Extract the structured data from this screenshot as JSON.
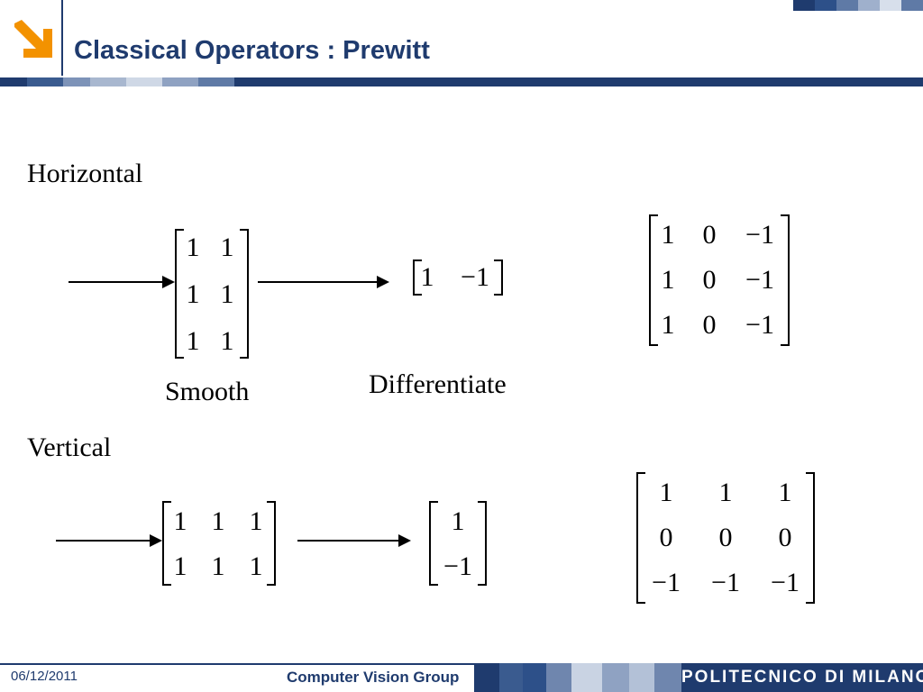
{
  "header": {
    "title": "Classical Operators : Prewitt",
    "logo_icon": "arrow-down-right-logo",
    "colors": {
      "title": "#1f3b6e",
      "logo": "#f39200",
      "band_dark": "#1f3b6e"
    }
  },
  "content": {
    "horizontal": {
      "heading": "Horizontal",
      "smooth_label": "Smooth",
      "differentiate_label": "Differentiate",
      "smooth_matrix": [
        [
          "1",
          "1"
        ],
        [
          "1",
          "1"
        ],
        [
          "1",
          "1"
        ]
      ],
      "diff_matrix": [
        [
          "1",
          "−1"
        ]
      ],
      "result_matrix": [
        [
          "1",
          "0",
          "−1"
        ],
        [
          "1",
          "0",
          "−1"
        ],
        [
          "1",
          "0",
          "−1"
        ]
      ]
    },
    "vertical": {
      "heading": "Vertical",
      "smooth_matrix": [
        [
          "1",
          "1",
          "1"
        ],
        [
          "1",
          "1",
          "1"
        ]
      ],
      "diff_matrix": [
        [
          "1"
        ],
        [
          "−1"
        ]
      ],
      "result_matrix": [
        [
          "1",
          "1",
          "1"
        ],
        [
          "0",
          "0",
          "0"
        ],
        [
          "−1",
          "−1",
          "−1"
        ]
      ]
    }
  },
  "footer": {
    "date": "06/12/2011",
    "group": "Computer Vision Group",
    "institution": "POLITECNICO DI MILANO"
  }
}
